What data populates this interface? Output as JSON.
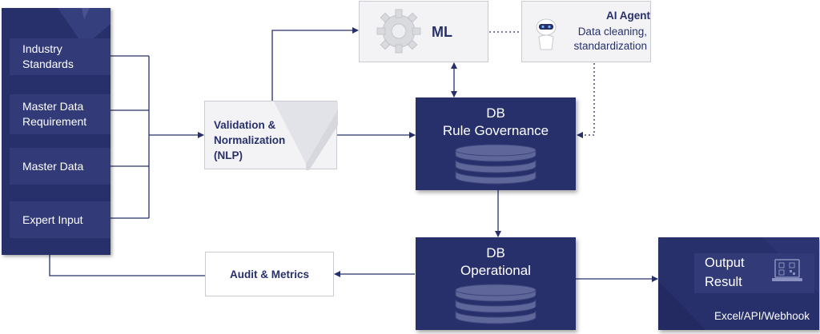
{
  "inputs": {
    "items": [
      {
        "label": "Industry\nStandards"
      },
      {
        "label": "Master Data\nRequirement"
      },
      {
        "label": "Master Data"
      },
      {
        "label": "Expert Input"
      }
    ]
  },
  "validation": {
    "label": "Validation &\nNormalization\n(NLP)"
  },
  "ml": {
    "label": "ML"
  },
  "agent": {
    "title": "AI Agent",
    "subtitle": "Data cleaning,\nstandardization"
  },
  "db_rule": {
    "line1": "DB",
    "line2": "Rule Governance"
  },
  "db_operational": {
    "line1": "DB",
    "line2": "Operational"
  },
  "audit": {
    "label": "Audit & Metrics"
  },
  "output": {
    "title": "Output\nResult",
    "subtitle": "Excel/API/Webhook"
  },
  "colors": {
    "navy": "#27306b",
    "light": "#f3f3f5",
    "text_dark": "#27306b"
  }
}
